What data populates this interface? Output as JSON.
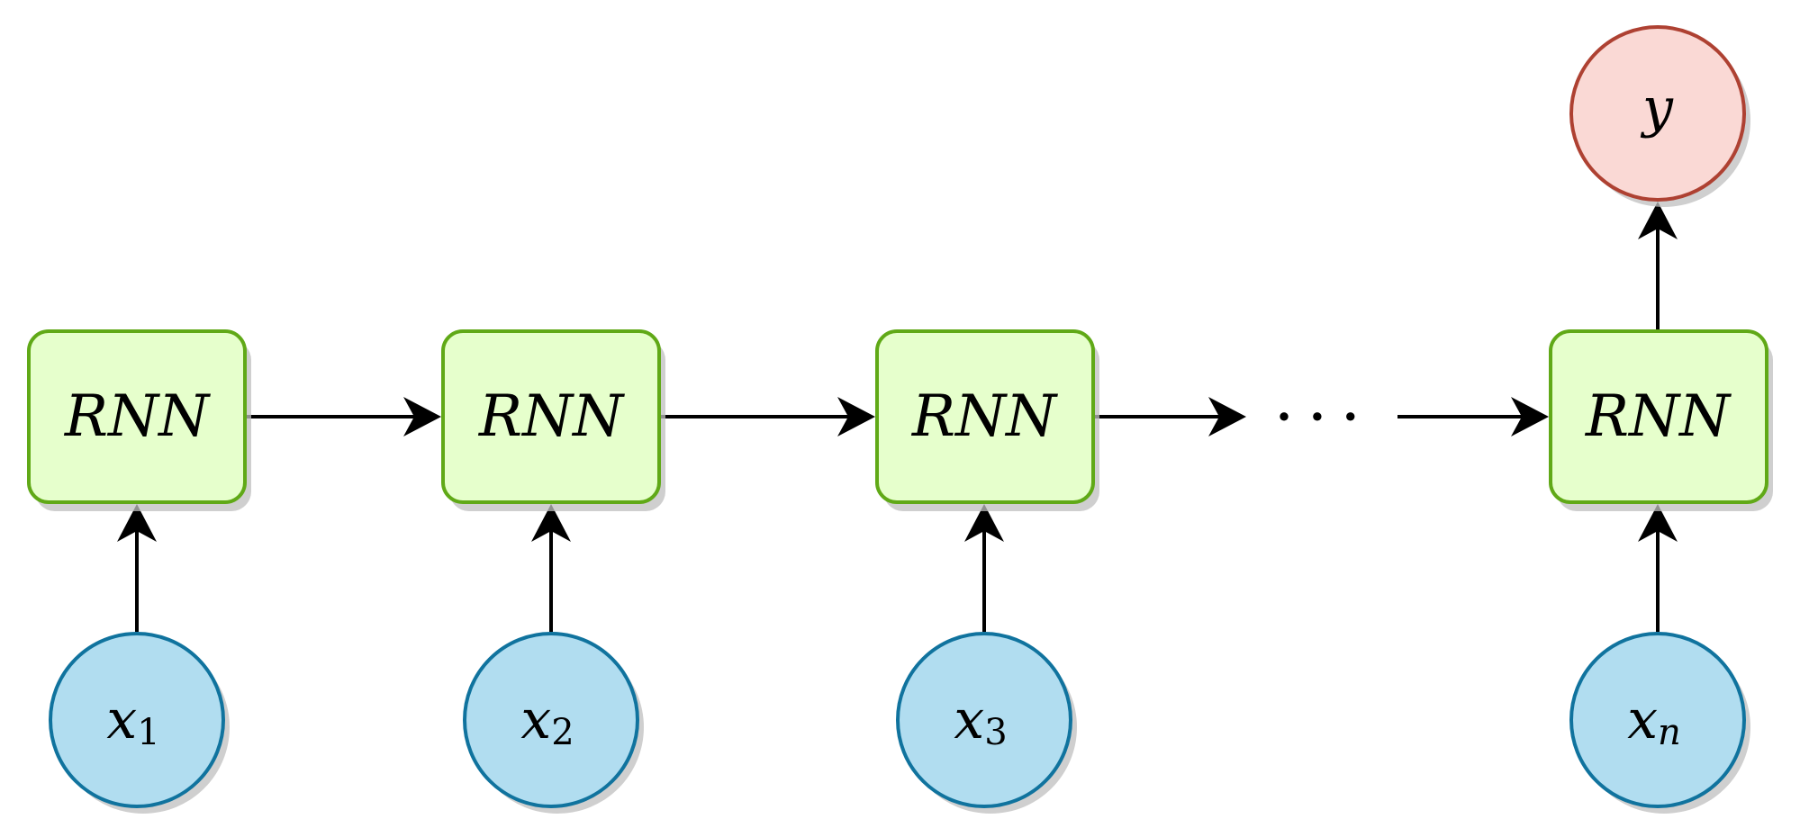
{
  "diagram": {
    "cells": [
      {
        "id": "rnn1",
        "label": "RNN"
      },
      {
        "id": "rnn2",
        "label": "RNN"
      },
      {
        "id": "rnn3",
        "label": "RNN"
      },
      {
        "id": "rnn4",
        "label": "RNN"
      }
    ],
    "inputs": [
      {
        "id": "x1",
        "base": "x",
        "subscript": "1"
      },
      {
        "id": "x2",
        "base": "x",
        "subscript": "2"
      },
      {
        "id": "x3",
        "base": "x",
        "subscript": "3"
      },
      {
        "id": "xn",
        "base": "x",
        "subscript": "n"
      }
    ],
    "output": {
      "id": "y",
      "label": "y"
    },
    "ellipsis": "···",
    "colors": {
      "cell_fill": "#e6ffcc",
      "cell_stroke": "#60a917",
      "input_fill": "#b1ddf0",
      "input_stroke": "#10739e",
      "output_fill": "#fad9d5",
      "output_stroke": "#ae4132",
      "arrow": "#000000",
      "shadow": "#bfbfbf"
    }
  }
}
